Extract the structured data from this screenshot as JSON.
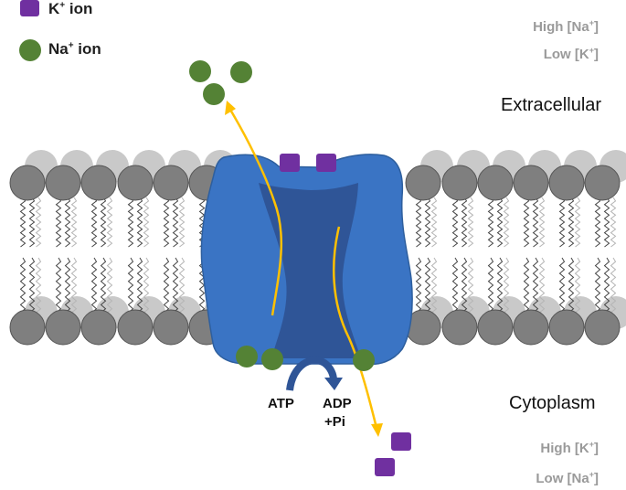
{
  "legend": {
    "k_ion": {
      "base": "K",
      "sup": "+",
      "suffix": " ion",
      "color": "#7030a0"
    },
    "na_ion": {
      "base": "Na",
      "sup": "+",
      "suffix": " ion",
      "color": "#548235"
    }
  },
  "extracellular": {
    "label": "Extracellular",
    "high": {
      "prefix": "High [Na",
      "sup": "+",
      "suffix": "]"
    },
    "low": {
      "prefix": "Low [K",
      "sup": "+",
      "suffix": "]"
    }
  },
  "cytoplasm": {
    "label": "Cytoplasm",
    "high": {
      "prefix": "High [K",
      "sup": "+",
      "suffix": "]"
    },
    "low": {
      "prefix": "Low [Na",
      "sup": "+",
      "suffix": "]"
    }
  },
  "reaction": {
    "atp": "ATP",
    "adp": "ADP",
    "pi": "+Pi"
  },
  "colors": {
    "pump": "#3a74c4",
    "pump_channel": "#2f5597",
    "arrow": "#ffc000",
    "lipid_head": "#7f7f7f",
    "lipid_head_back": "#c9c9c9",
    "k_ion": "#7030a0",
    "na_ion": "#548235",
    "text_grey": "#9a9a9a"
  }
}
